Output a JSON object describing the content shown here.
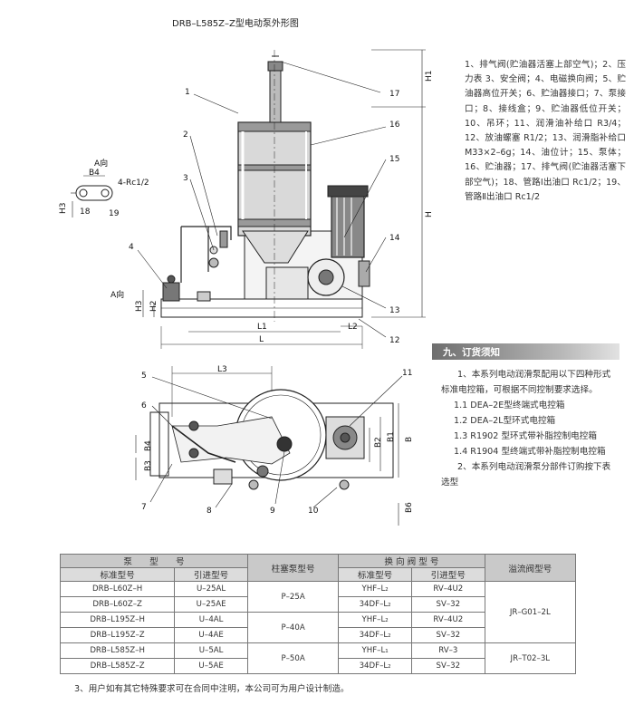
{
  "title": "DRB–L585Z–Z型电动泵外形图",
  "drawing": {
    "labels": {
      "a_dir_top": "A向",
      "b4": "B4",
      "rc": "4-Rc1/2",
      "h3_side": "H3",
      "n18": "18",
      "n19": "19",
      "a_dir": "A向",
      "h3": "H3",
      "h2": "H2",
      "h1": "H1",
      "h": "H",
      "l1": "L1",
      "l2": "L2",
      "l": "L",
      "l3": "L3",
      "b": "B",
      "b1": "B1",
      "b2": "B2",
      "b3": "B3",
      "b4p": "B4",
      "b6": "B6"
    },
    "callouts": [
      "1",
      "2",
      "3",
      "4",
      "5",
      "6",
      "7",
      "8",
      "9",
      "10",
      "11",
      "12",
      "13",
      "14",
      "15",
      "16",
      "17"
    ]
  },
  "legend_text": "1、排气阀(贮油器活塞上部空气)；2、压力表 3、安全阀；4、电磁换向阀；5、贮油器高位开关；6、贮油器接口；7、泵接口；8、接线盒；9、贮油器低位开关；10、吊环；11、润滑油补给口 R3/4；12、放油螺塞 R1/2；13、润滑脂补给口 M33×2–6g；14、油位计；15、泵体；16、贮油器；17、排气阀(贮油器活塞下部空气)；18、管路Ⅰ出油口 Rc1/2；19、管路Ⅱ出油口 Rc1/2",
  "section": {
    "title": "九、订货须知",
    "p1": "1、本系列电动润滑泵配用以下四种形式标准电控箱，可根据不同控制要求选择。",
    "items": [
      "1.1 DEA–2E型终端式电控箱",
      "1.2 DEA–2L型环式电控箱",
      "1.3 R1902 型环式带补脂控制电控箱",
      "1.4 R1904 型终端式带补脂控制电控箱"
    ],
    "p2": "2、本系列电动润滑泵分部件订购按下表选型"
  },
  "table": {
    "h_pump": "泵　　型　　号",
    "h_std": "标准型号",
    "h_lead": "引进型号",
    "h_piston": "柱塞泵型号",
    "h_valve": "换 向 阀 型 号",
    "h_vstd": "标准型号",
    "h_vlead": "引进型号",
    "h_relief": "溢流阀型号",
    "rows": [
      {
        "std": "DRB–L60Z–H",
        "lead": "U–25AL",
        "vstd": "YHF–L₂",
        "vlead": "RV–4U2"
      },
      {
        "std": "DRB–L60Z–Z",
        "lead": "U–25AE",
        "vstd": "34DF–L₂",
        "vlead": "SV–32"
      },
      {
        "std": "DRB–L195Z–H",
        "lead": "U–4AL",
        "vstd": "YHF–L₂",
        "vlead": "RV–4U2"
      },
      {
        "std": "DRB–L195Z–Z",
        "lead": "U–4AE",
        "vstd": "34DF–L₂",
        "vlead": "SV–32"
      },
      {
        "std": "DRB–L585Z–H",
        "lead": "U–5AL",
        "vstd": "YHF–L₁",
        "vlead": "RV–3"
      },
      {
        "std": "DRB–L585Z–Z",
        "lead": "U–5AE",
        "vstd": "34DF–L₂",
        "vlead": "SV–32"
      }
    ],
    "piston": [
      "P–25A",
      "P–40A",
      "P–50A"
    ],
    "relief": [
      "JR–G01–2L",
      "JR–T02–3L"
    ]
  },
  "footnote": "3、用户如有其它特殊要求可在合同中注明，本公司可为用户设计制造。"
}
